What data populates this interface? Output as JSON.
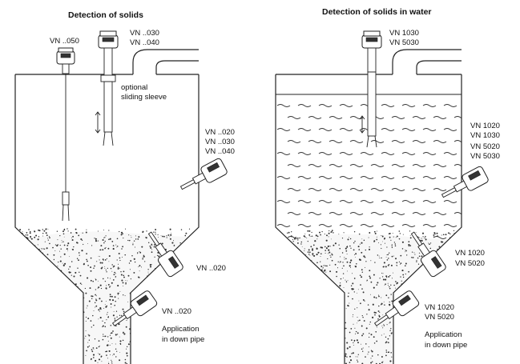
{
  "left": {
    "title": "Detection of solids",
    "label_vn050": "VN ..050",
    "label_vn030_a": "VN ..030",
    "label_vn040_a": "VN ..040",
    "label_sleeve_1": "optional",
    "label_sleeve_2": "sliding sleeve",
    "label_side_1": "VN ..020",
    "label_side_2": "VN ..030",
    "label_side_3": "VN ..040",
    "label_cone": "VN ..020",
    "label_pipe": "VN ..020",
    "label_app_1": "Application",
    "label_app_2": "in down pipe"
  },
  "right": {
    "title": "Detection of solids in water",
    "label_top_1": "VN 1030",
    "label_top_2": "VN 5030",
    "label_side_1": "VN 1020",
    "label_side_2": "VN 1030",
    "label_side_3": "VN 5020",
    "label_side_4": "VN 5030",
    "label_cone_1": "VN 1020",
    "label_cone_2": "VN 5020",
    "label_pipe_1": "VN 1020",
    "label_pipe_2": "VN 5020",
    "label_app_1": "Application",
    "label_app_2": "in down pipe"
  }
}
